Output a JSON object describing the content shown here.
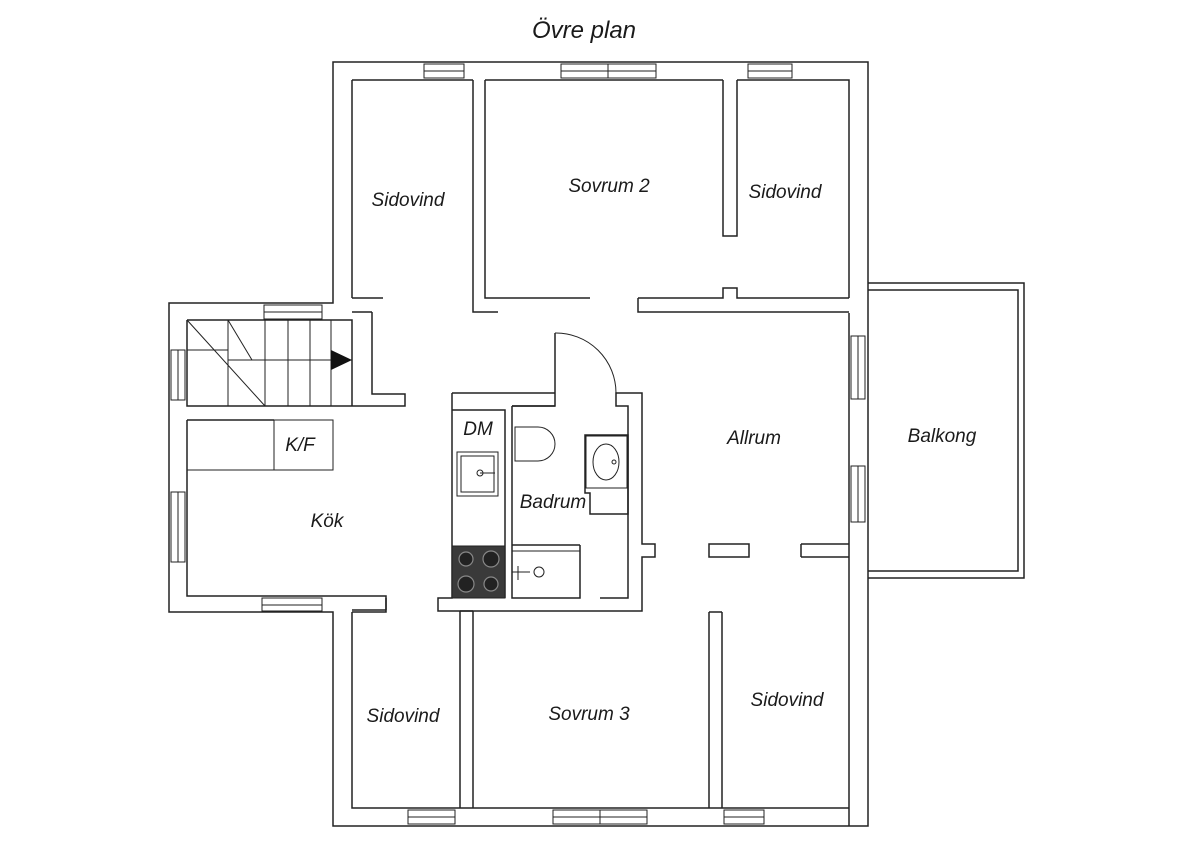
{
  "plan": {
    "title": "Övre plan",
    "rooms": {
      "sidovind_top_left": "Sidovind",
      "sovrum_2": "Sovrum 2",
      "sidovind_top_right": "Sidovind",
      "dm": "DM",
      "kf": "K/F",
      "badrum": "Badrum",
      "allrum": "Allrum",
      "balkong": "Balkong",
      "kok": "Kök",
      "sidovind_bottom_left": "Sidovind",
      "sovrum_3": "Sovrum 3",
      "sidovind_bottom_right": "Sidovind"
    }
  }
}
